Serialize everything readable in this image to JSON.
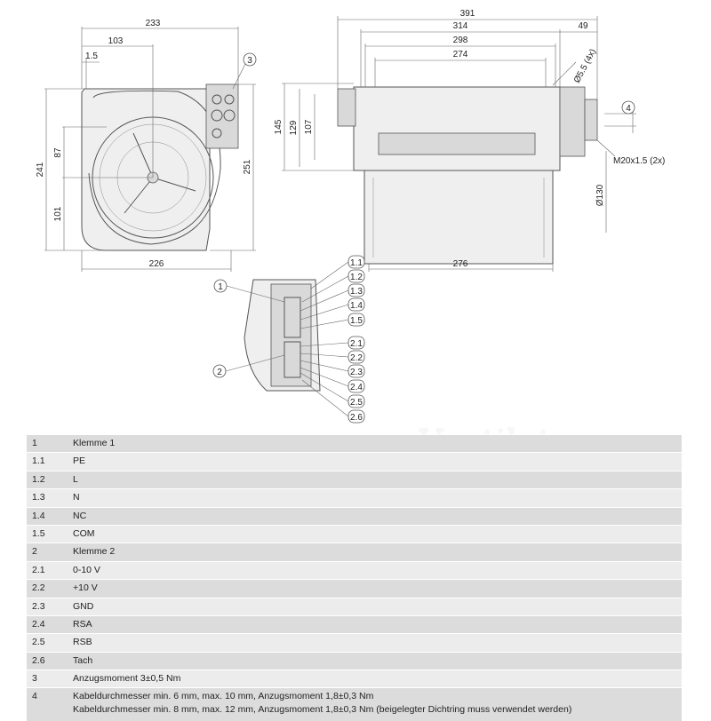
{
  "drawing": {
    "front_view": {
      "dims": {
        "width_top": "233",
        "offset_top": "103",
        "small_offset": "1.5",
        "height_left": "241",
        "upper_left": "87",
        "lower_left": "101",
        "height_right": "251",
        "width_bottom": "226"
      },
      "callouts": {
        "c3": "3"
      }
    },
    "side_view": {
      "dims": {
        "overall": "391",
        "d314": "314",
        "d49": "49",
        "d298": "298",
        "d274": "274",
        "hole": "Ø5.5 (4x)",
        "h145": "145",
        "h129": "129",
        "h107": "107",
        "d4": "4",
        "thread": "M20x1.5 (2x)",
        "dia130": "Ø130",
        "d276": "276"
      }
    },
    "terminal_view": {
      "callouts": [
        "1",
        "2"
      ],
      "labels": [
        "1.1",
        "1.2",
        "1.3",
        "1.4",
        "1.5",
        "2.1",
        "2.2",
        "2.3",
        "2.4",
        "2.5",
        "2.6"
      ]
    }
  },
  "watermark": "Ventilatorry.ru",
  "legend": [
    {
      "no": "1",
      "desc": "Klemme 1"
    },
    {
      "no": "1.1",
      "desc": "PE"
    },
    {
      "no": "1.2",
      "desc": "L"
    },
    {
      "no": "1.3",
      "desc": "N"
    },
    {
      "no": "1.4",
      "desc": "NC"
    },
    {
      "no": "1.5",
      "desc": "COM"
    },
    {
      "no": "2",
      "desc": "Klemme 2"
    },
    {
      "no": "2.1",
      "desc": "0-10 V"
    },
    {
      "no": "2.2",
      "desc": "+10 V"
    },
    {
      "no": "2.3",
      "desc": "GND"
    },
    {
      "no": "2.4",
      "desc": "RSA"
    },
    {
      "no": "2.5",
      "desc": "RSB"
    },
    {
      "no": "2.6",
      "desc": "Tach"
    },
    {
      "no": "3",
      "desc": "Anzugsmoment 3±0,5 Nm"
    },
    {
      "no": "4",
      "desc": "Kabeldurchmesser min. 6 mm, max. 10 mm, Anzugsmoment 1,8±0,3 Nm",
      "desc2": "Kabeldurchmesser min. 8 mm, max. 12 mm, Anzugsmoment 1,8±0,3 Nm (beigelegter Dichtring muss verwendet werden)"
    }
  ]
}
